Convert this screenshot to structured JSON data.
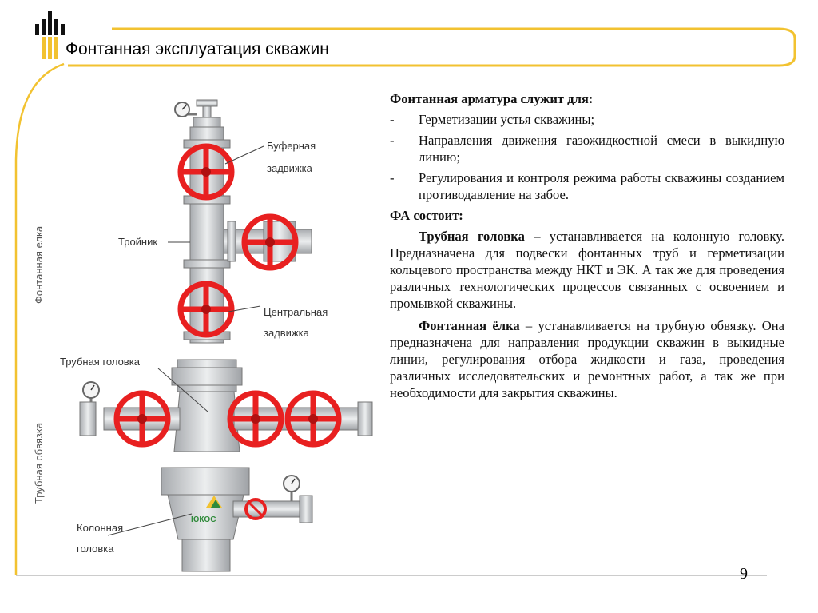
{
  "header": {
    "title": "Фонтанная эксплуатация скважин"
  },
  "page_number": "9",
  "colors": {
    "accent": "#f2c230",
    "valve_red": "#e82020",
    "pipe_gray": "#c7c9cc"
  },
  "diagram": {
    "labels": {
      "bufernaya_1": "Буферная",
      "bufernaya_2": "задвижка",
      "troynik": "Тройник",
      "centralnaya_1": "Центральная",
      "centralnaya_2": "задвижка",
      "trubnaya_golovka": "Трубная головка",
      "kolonnaya_1": "Колонная",
      "kolonnaya_2": "головка",
      "fontannaya_elka": "Фонтанная елка",
      "trubnaya_obvyazka": "Трубная обвязка",
      "logo": "ЮКОС"
    }
  },
  "content": {
    "heading": "Фонтанная арматура служит для:",
    "bullets": [
      "Герметизации устья скважины;",
      "Направления движения газожидкостной смеси в выкидную линию;",
      "Регулирования и контроля режима работы скважины созданием противодавление на забое."
    ],
    "bullet_marker": "-",
    "subheading": "ФА состоит:",
    "para1_term": "Трубная головка",
    "para1_text": " – устанавливается на колонную головку. Предназначена для подвески фонтанных труб и герметизации кольцевого пространства между НКТ и ЭК. А так же для проведения различных технологических процессов связанных с освоением и промывкой скважины.",
    "para2_term": "Фонтанная ёлка",
    "para2_text": " – устанавливается на трубную обвязку. Она предназначена для направления продукции скважин в выкидные линии, регулирования отбора жидкости и газа, проведения различных исследовательских и ремонтных работ, а так же при необходимости для закрытия скважины."
  }
}
